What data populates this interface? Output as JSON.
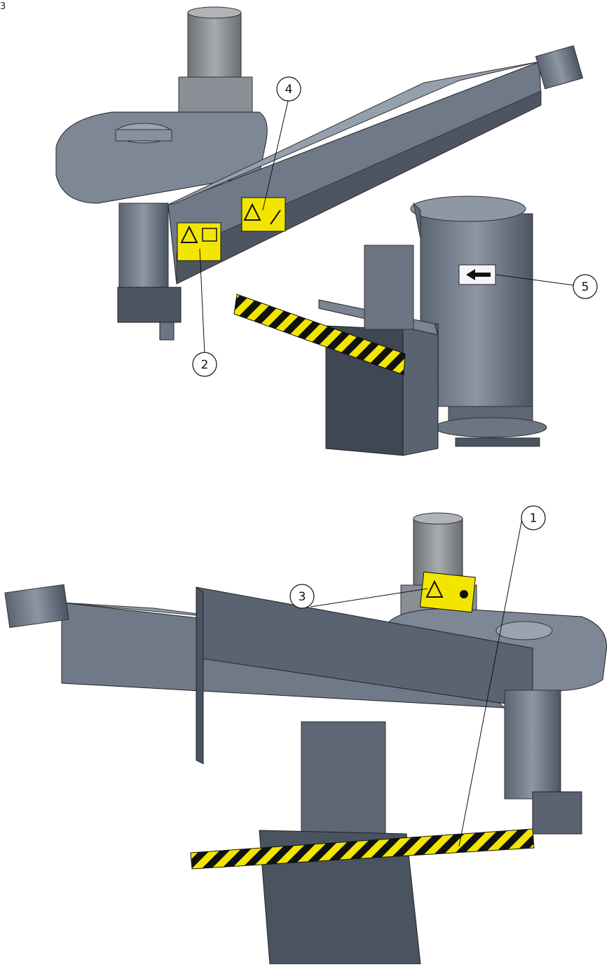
{
  "page_number": "3",
  "callouts": [
    {
      "id": "1",
      "label": "1"
    },
    {
      "id": "2",
      "label": "2"
    },
    {
      "id": "3",
      "label": "3"
    },
    {
      "id": "4",
      "label": "4"
    },
    {
      "id": "5",
      "label": "5"
    }
  ],
  "colors": {
    "machine_dark": "#4a5360",
    "machine_mid": "#6b7584",
    "machine_light": "#8e98a6",
    "label_yellow": "#f2e600",
    "hazard_black": "#111111",
    "motor_grey": "#8d8f93"
  },
  "icons": [
    "warning-triangle-icon",
    "manual-book-icon",
    "wrench-icon",
    "arrow-left-icon",
    "person-icon"
  ]
}
